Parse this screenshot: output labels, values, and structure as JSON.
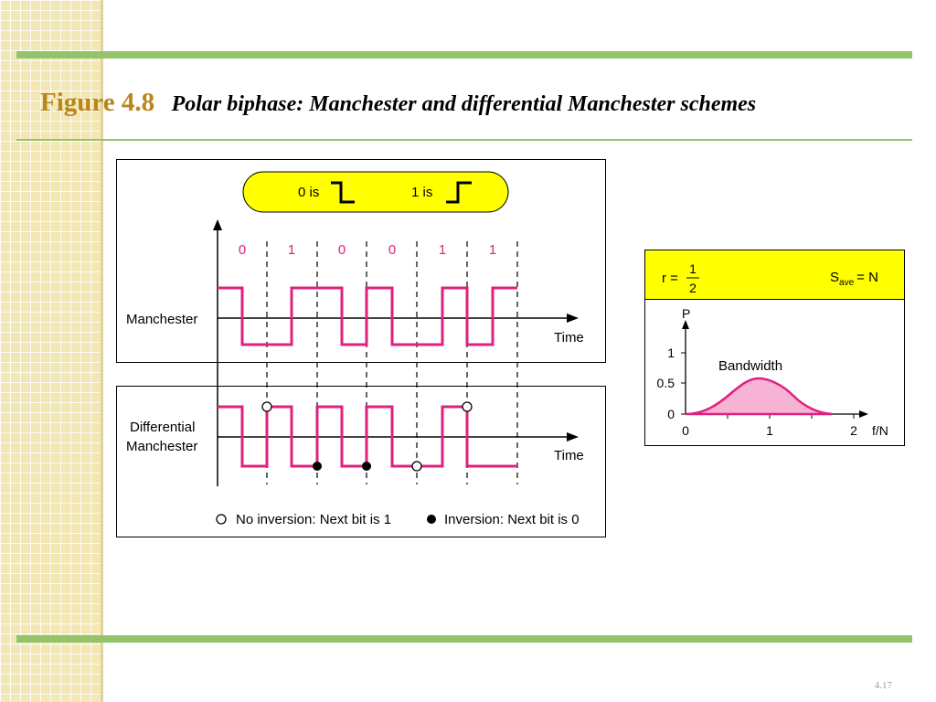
{
  "slide": {
    "figure_label": "Figure 4.8",
    "caption": "Polar biphase: Manchester and differential Manchester schemes",
    "page_number": "4.17"
  },
  "colors": {
    "accent_green": "#93c36a",
    "title_gold": "#b8861b",
    "signal_magenta": "#e0207f",
    "highlight_yellow": "#ffff00",
    "spectrum_fill": "#f7b3d3"
  },
  "legend_box": {
    "zero_label": "0 is",
    "one_label": "1 is"
  },
  "bits": [
    "0",
    "1",
    "0",
    "0",
    "1",
    "1"
  ],
  "manchester": {
    "label": "Manchester",
    "time_label": "Time"
  },
  "differential": {
    "label_line1": "Differential",
    "label_line2": "Manchester",
    "time_label": "Time",
    "no_inversion_text": "No inversion: Next bit is 1",
    "inversion_text": "Inversion: Next bit is 0"
  },
  "spectrum": {
    "ratio_prefix": "r =",
    "ratio_numerator": "1",
    "ratio_denominator": "2",
    "save_symbol": "S",
    "save_subscript": "ave",
    "save_suffix": "= N",
    "p_label": "P",
    "bandwidth_label": "Bandwidth",
    "y_ticks": [
      "1",
      "0.5",
      "0"
    ],
    "x_ticks": [
      "0",
      "1",
      "2"
    ],
    "x_axis_label": "f/N"
  }
}
